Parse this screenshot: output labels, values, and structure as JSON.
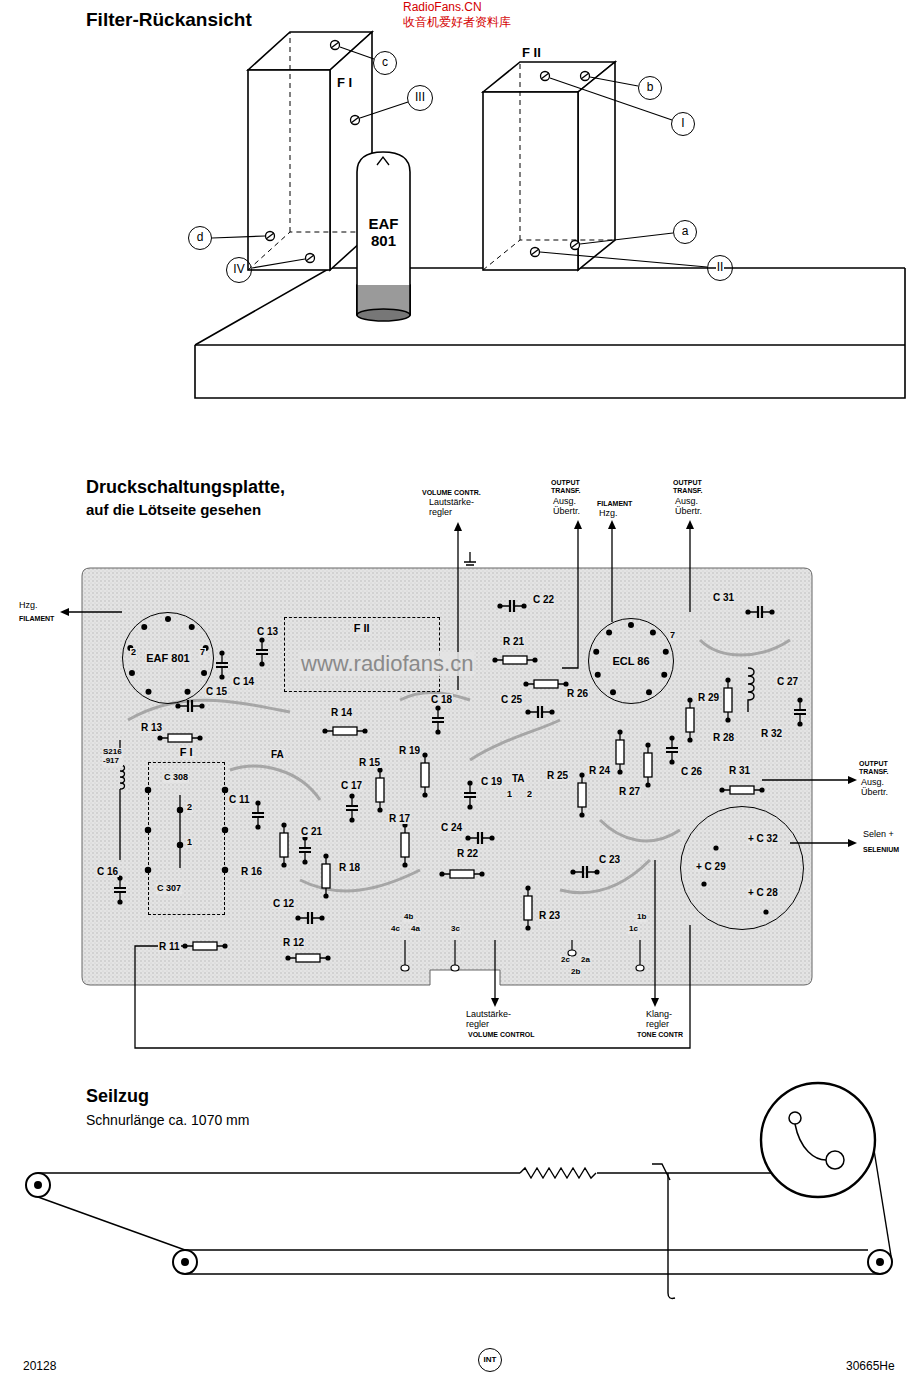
{
  "diagram": {
    "nodes": [
      {
        "text": [
          "F I"
        ]
      },
      {
        "text": [
          "EAF 801"
        ]
      },
      {
        "text": [
          "F II"
        ]
      },
      {
        "text": [
          "c"
        ]
      },
      {
        "text": [
          "III"
        ]
      },
      {
        "text": [
          "d"
        ]
      },
      {
        "text": [
          "IV"
        ]
      },
      {
        "text": [
          "b"
        ]
      },
      {
        "text": [
          "I"
        ]
      },
      {
        "text": [
          "a"
        ]
      },
      {
        "text": [
          "II"
        ]
      },
      {
        "text": [
          "EAF 801"
        ]
      },
      {
        "text": [
          "F II"
        ]
      },
      {
        "text": [
          "F I"
        ]
      },
      {
        "text": [
          "ECL 86"
        ]
      },
      {
        "text": [
          "+ C 32",
          "+ C 29",
          "+ C 28"
        ]
      },
      {
        "text": [
          "INT"
        ]
      }
    ],
    "labels": [
      "RadioFans.CN",
      "收音机爱好者资料库",
      "Filter-Rückansicht",
      "Druckschaltungsplatte,",
      "auf die Lötseite gesehen",
      "VOLUME CONTR.",
      "Lautstärke- regler",
      "OUTPUT TRANSF.",
      "Ausg. Übertr.",
      "FILAMENT",
      "Hzg.",
      "OUTPUT TRANSF.",
      "Ausg. Übertr.",
      "Hzg.",
      "FILAMENT",
      "OUTPUT TRANSF.",
      "Ausg. Übertr.",
      "Selen +",
      "SELENIUM",
      "Lautstärke- regler",
      "VOLUME CONTROL",
      "Klang- regler",
      "TONE CONTR",
      "www.radiofans.cn",
      "C 13",
      "C 14",
      "C 15",
      "R 13",
      "S216 -917",
      "C 16",
      "R 11",
      "C 11",
      "FA",
      "R 16",
      "R 14",
      "C 17",
      "C 21",
      "R 18",
      "R 15",
      "R 17",
      "C 18",
      "R 19",
      "C 19",
      "C 25",
      "C 24",
      "R 22",
      "TA",
      "1",
      "2",
      "R 23",
      "C 23",
      "C 12",
      "R 12",
      "4b",
      "4c",
      "4a",
      "3c",
      "2c",
      "2a",
      "2b",
      "1b",
      "1c",
      "R 21",
      "C 22",
      "R 26",
      "C 31",
      "R 29",
      "R 28",
      "C 27",
      "R 32",
      "R 25",
      "R 24",
      "R 27",
      "C 26",
      "R 31",
      "C 308",
      "2",
      "1",
      "C 307",
      "2",
      "7",
      "7",
      "Seilzug",
      "Schnurlänge ca. 1070 mm",
      "20128",
      "30665He"
    ]
  }
}
